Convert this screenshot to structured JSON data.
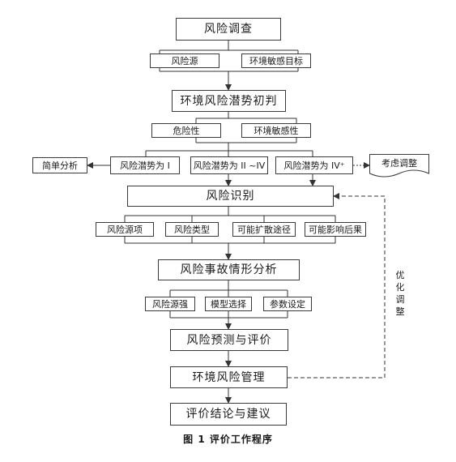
{
  "nodes": {
    "risk_survey": "风险调查",
    "risk_source": "风险源",
    "env_sensitive_target": "环境敏感目标",
    "env_risk_potential_prelim": "环境风险潜势初判",
    "hazard": "危险性",
    "env_sensitivity": "环境敏感性",
    "simple_analysis": "简单分析",
    "potential_1": "风险潜势为 I",
    "potential_2_4": "风险潜势为 II ~IV",
    "potential_4plus": "风险潜势为 IV⁺",
    "consider_adjust": "考虑调整",
    "risk_identification": "风险识别",
    "risk_source_item": "风险源项",
    "risk_type": "风险类型",
    "possible_diffusion_path": "可能扩散途径",
    "possible_impact_consequence": "可能影响后果",
    "accident_scenario_analysis": "风险事故情形分析",
    "risk_source_strength": "风险源强",
    "model_selection": "模型选择",
    "parameter_setting": "参数设定",
    "risk_prediction_evaluation": "风险预测与评价",
    "env_risk_management": "环境风险管理",
    "conclusion_suggestion": "评价结论与建议"
  },
  "feedback_label": "优化调整",
  "caption": "图 1 评价工作程序"
}
